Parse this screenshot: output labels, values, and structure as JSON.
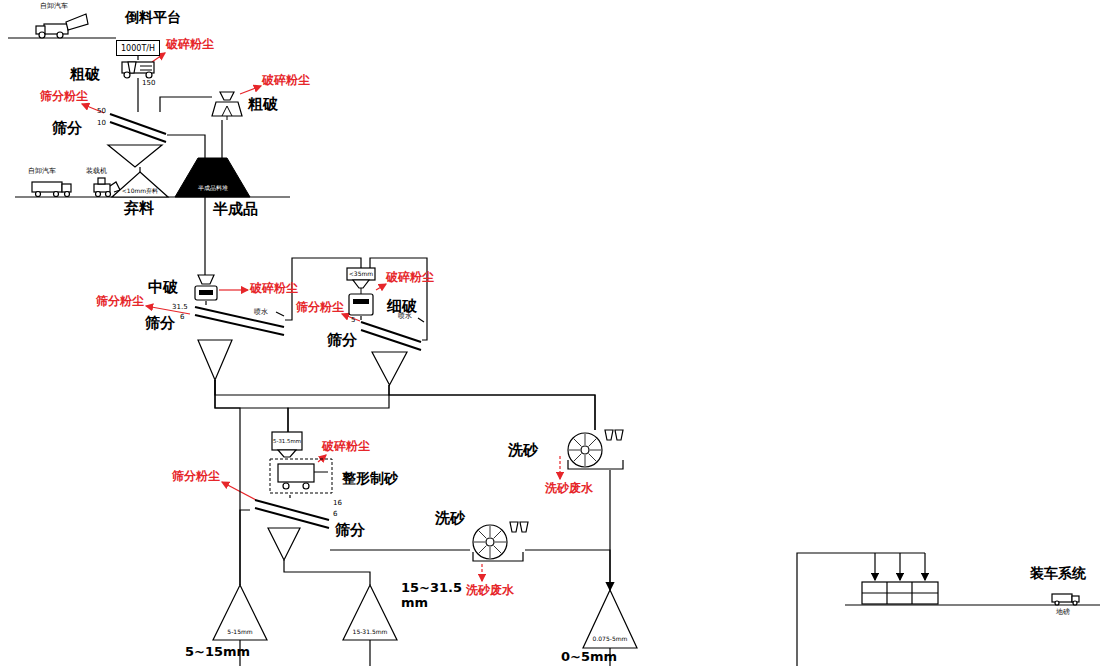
{
  "diagram": {
    "nodes": [
      {
        "text": [
          "1000T/H",
          "倒料平台"
        ]
      },
      {
        "text": [
          "粗破"
        ]
      },
      {
        "text": [
          "筛分"
        ]
      },
      {
        "text": [
          "粗破"
        ]
      },
      {
        "text": [
          "<10mm弃料",
          "弃料"
        ]
      },
      {
        "text": [
          "半成品料堆",
          "半成品"
        ]
      },
      {
        "text": [
          "中破"
        ]
      },
      {
        "text": [
          "筛分"
        ]
      },
      {
        "text": [
          "<35mm",
          "细破"
        ]
      },
      {
        "text": [
          "筛分"
        ]
      },
      {
        "text": [
          "5-31.5mm",
          "整形制砂"
        ]
      },
      {
        "text": [
          "筛分"
        ]
      },
      {
        "text": [
          "洗砂"
        ]
      },
      {
        "text": [
          "洗砂"
        ]
      },
      {
        "text": [
          "5-15mm",
          "5~15mm"
        ]
      },
      {
        "text": [
          "15-31.5mm",
          "15~31.5 mm"
        ]
      },
      {
        "text": [
          "0.075-5mm",
          "0~5mm"
        ]
      }
    ],
    "edges": [
      {
        "from": 0,
        "to": 1,
        "arrow": "none"
      },
      {
        "from": 1,
        "to": 2,
        "arrow": "none"
      },
      {
        "from": 2,
        "to": 3,
        "arrow": "none"
      },
      {
        "from": 2,
        "to": 4,
        "arrow": "none"
      },
      {
        "from": 2,
        "to": 5,
        "arrow": "none"
      },
      {
        "from": 3,
        "to": 5,
        "arrow": "none"
      },
      {
        "from": 5,
        "to": 6,
        "arrow": "none"
      },
      {
        "from": 6,
        "to": 7,
        "arrow": "none"
      },
      {
        "from": 7,
        "to": 8,
        "arrow": "none"
      },
      {
        "from": 8,
        "to": 9,
        "arrow": "none"
      },
      {
        "from": 9,
        "to": 8,
        "arrow": "none"
      },
      {
        "from": 7,
        "to": 10,
        "arrow": "none"
      },
      {
        "from": 9,
        "to": 10,
        "arrow": "none"
      },
      {
        "from": 7,
        "to": 12,
        "arrow": "none"
      },
      {
        "from": 9,
        "to": 12,
        "arrow": "none"
      },
      {
        "from": 7,
        "to": 14,
        "arrow": "none"
      },
      {
        "from": 10,
        "to": 11,
        "arrow": "none"
      },
      {
        "from": 11,
        "to": 14,
        "arrow": "none"
      },
      {
        "from": 11,
        "to": 15,
        "arrow": "none"
      },
      {
        "from": 11,
        "to": 13,
        "arrow": "none"
      },
      {
        "from": 12,
        "to": 16,
        "arrow": "none"
      },
      {
        "from": 13,
        "to": 16,
        "arrow": "to"
      }
    ],
    "labels": [
      "自卸汽车",
      "破碎粉尘",
      "150",
      "破碎粉尘",
      "筛分粉尘",
      "50",
      "10",
      "自卸汽车",
      "装载机",
      "破碎粉尘",
      "筛分粉尘",
      "31.5",
      "6",
      "喷水",
      "破碎粉尘",
      "筛分粉尘",
      "5",
      "喷水",
      "破碎粉尘",
      "筛分粉尘",
      "16",
      "6",
      "洗砂废水",
      "洗砂废水",
      "装车系统",
      "地磅"
    ]
  }
}
